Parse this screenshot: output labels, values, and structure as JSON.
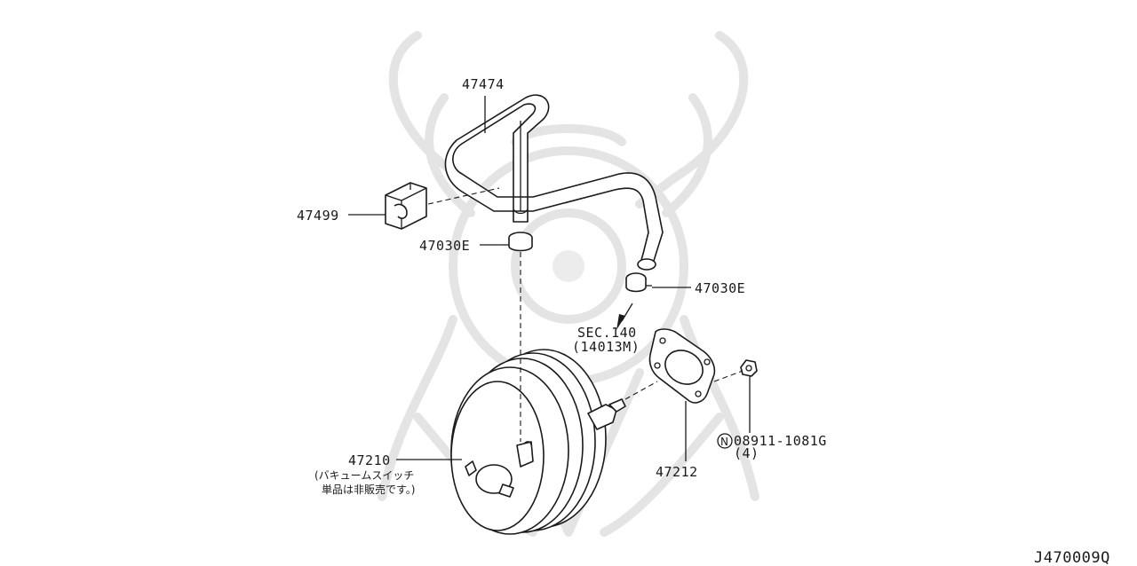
{
  "diagram": {
    "hose_part": "47474",
    "grommet_part": "47499",
    "clamp_top": "47030E",
    "clamp_right": "47030E",
    "sec_ref": "SEC.140",
    "sec_sub": "(14013M)",
    "gasket_part": "47212",
    "nut_part": "08911-1081G",
    "nut_symbol": "N",
    "nut_qty": "(4)",
    "booster_part": "47210",
    "booster_note_1": "(バキュームスイッチ",
    "booster_note_2": "単品は非販売です。)",
    "diagram_code": "J470009Q"
  }
}
